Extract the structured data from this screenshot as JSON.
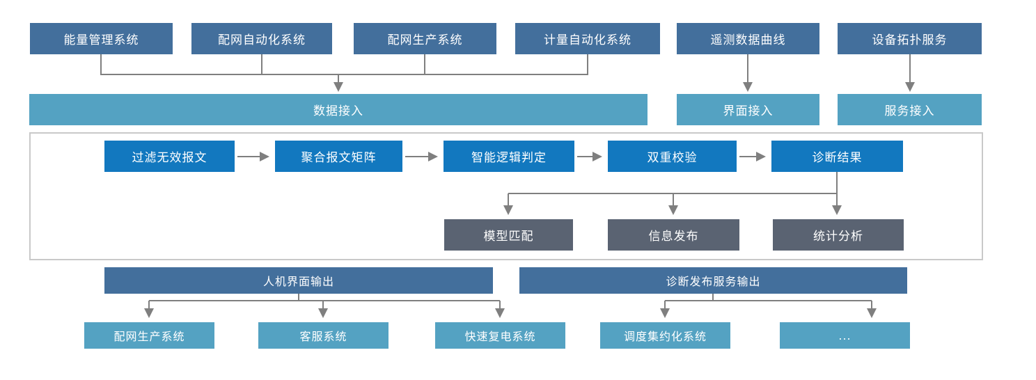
{
  "diagram": {
    "title_implicit": "",
    "sources": [
      {
        "label": "能量管理系统"
      },
      {
        "label": "配网自动化系统"
      },
      {
        "label": "配网生产系统"
      },
      {
        "label": "计量自动化系统"
      },
      {
        "label": "遥测数据曲线"
      },
      {
        "label": "设备拓扑服务"
      }
    ],
    "access": [
      {
        "label": "数据接入"
      },
      {
        "label": "界面接入"
      },
      {
        "label": "服务接入"
      }
    ],
    "pipeline": [
      {
        "label": "过滤无效报文"
      },
      {
        "label": "聚合报文矩阵"
      },
      {
        "label": "智能逻辑判定"
      },
      {
        "label": "双重校验"
      },
      {
        "label": "诊断结果"
      }
    ],
    "results": [
      {
        "label": "模型匹配"
      },
      {
        "label": "信息发布"
      },
      {
        "label": "统计分析"
      }
    ],
    "outputs": [
      {
        "label": "人机界面输出"
      },
      {
        "label": "诊断发布服务输出"
      }
    ],
    "consumers": [
      {
        "label": "配网生产系统"
      },
      {
        "label": "客服系统"
      },
      {
        "label": "快速复电系统"
      },
      {
        "label": "调度集约化系统"
      },
      {
        "label": "..."
      }
    ],
    "colors": {
      "steel_blue": "#436f9c",
      "teal": "#54a2c2",
      "bright_blue": "#1278bf",
      "slate_gray": "#5a6372",
      "connector_gray": "#7f7f7f",
      "frame_border": "#c9c9c9"
    }
  }
}
